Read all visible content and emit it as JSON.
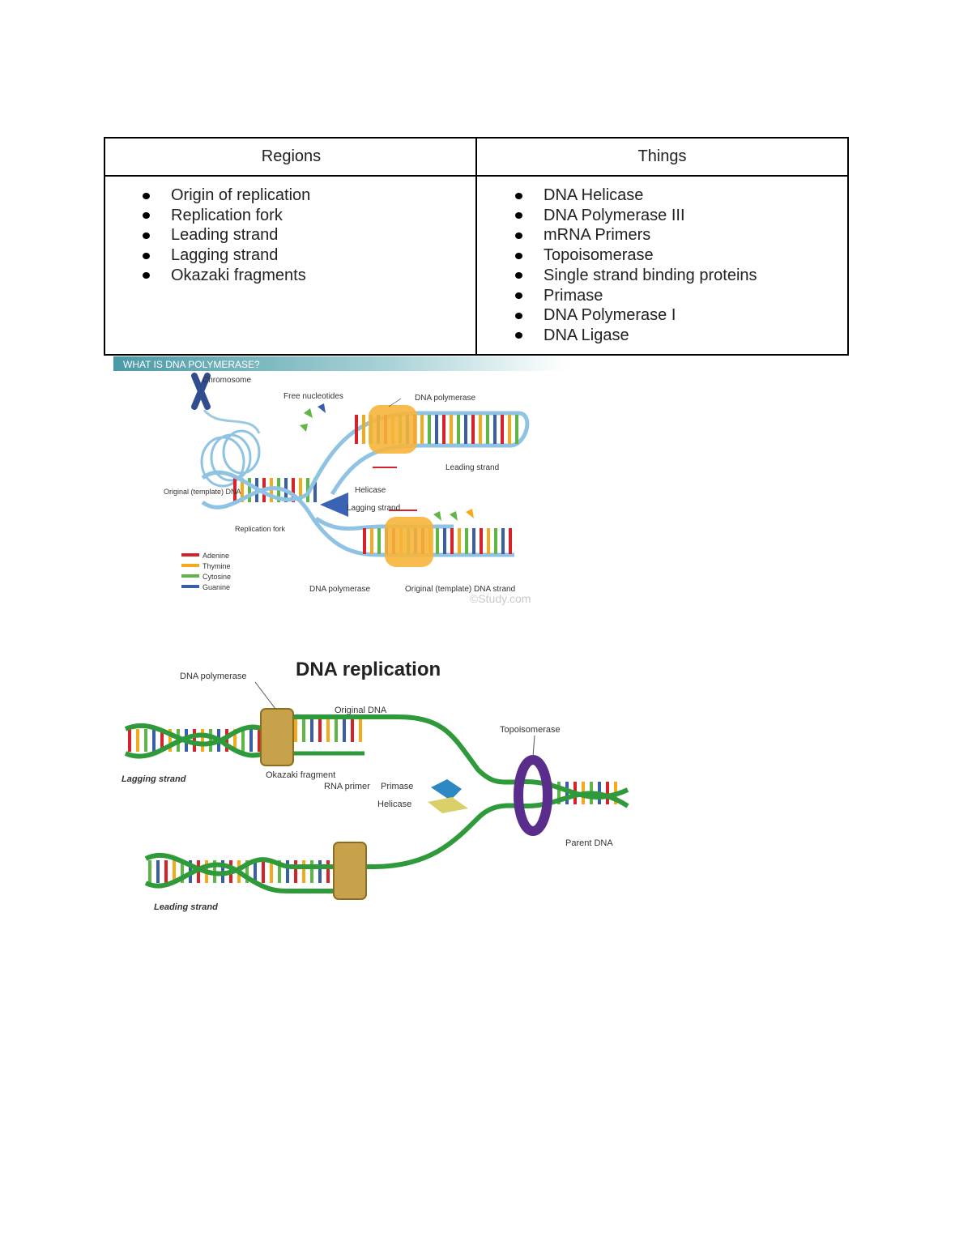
{
  "table": {
    "headers": [
      "Regions",
      "Things"
    ],
    "regions": [
      "Origin of replication",
      "Replication fork",
      "Leading strand",
      "Lagging strand",
      "Okazaki fragments"
    ],
    "things": [
      "DNA Helicase",
      "DNA Polymerase III",
      "mRNA Primers",
      "Topoisomerase",
      "Single strand binding proteins",
      "Primase",
      "DNA Polymerase I",
      "DNA Ligase"
    ]
  },
  "figure1": {
    "banner": "WHAT IS DNA POLYMERASE?",
    "labels": {
      "chromosome": "Chromosome",
      "free_nucleotides": "Free nucleotides",
      "dna_polymerase_top": "DNA polymerase",
      "leading_strand": "Leading strand",
      "helicase": "Helicase",
      "lagging_strand": "Lagging strand",
      "original_template": "Original (template) DNA",
      "replication_fork": "Replication fork",
      "dna_polymerase_bottom": "DNA polymerase",
      "original_template_strand": "Original (template) DNA strand",
      "watermark": "©Study.com"
    },
    "legend": [
      {
        "name": "Adenine",
        "color": "#d6222a"
      },
      {
        "name": "Thymine",
        "color": "#f2a91c"
      },
      {
        "name": "Cytosine",
        "color": "#5fb546"
      },
      {
        "name": "Guanine",
        "color": "#3a5ea8"
      }
    ]
  },
  "figure2": {
    "title": "DNA replication",
    "labels": {
      "dna_polymerase": "DNA polymerase",
      "original_dna": "Original DNA",
      "topoisomerase": "Topoisomerase",
      "lagging_strand": "Lagging strand",
      "okazaki_fragment": "Okazaki fragment",
      "rna_primer": "RNA primer",
      "primase": "Primase",
      "helicase": "Helicase",
      "parent_dna": "Parent DNA",
      "leading_strand": "Leading strand"
    }
  }
}
